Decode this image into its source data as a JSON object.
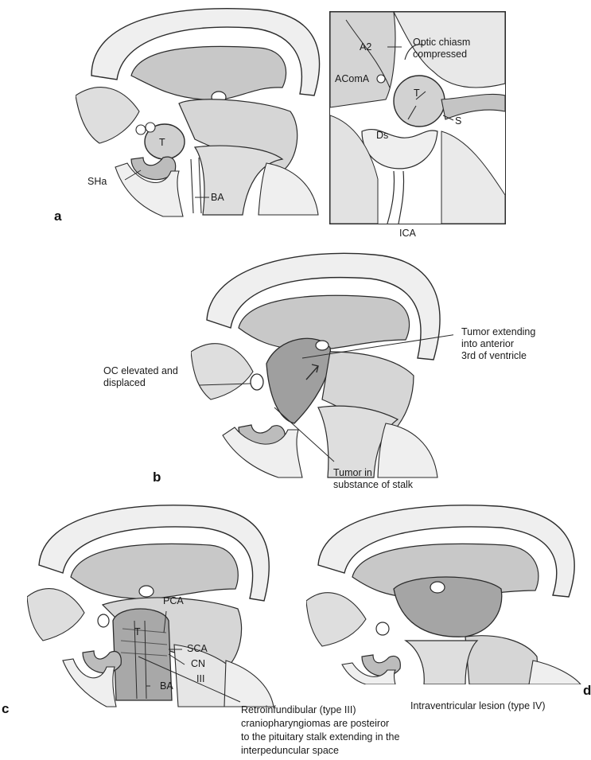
{
  "panels": {
    "a": {
      "letter": "a",
      "labels": {
        "T": "T",
        "SHa": "SHa",
        "BA": "BA"
      },
      "inset": {
        "labels": {
          "A2": "A2",
          "AComA": "AComA",
          "optic_chiasm": "Optic chiasm\ncompressed",
          "T": "T",
          "S": "S",
          "Ds": "Ds",
          "ICA": "ICA"
        }
      }
    },
    "b": {
      "letter": "b",
      "labels": {
        "tumor_extending": "Tumor extending\ninto anterior\n3rd of ventricle",
        "oc_elevated": "OC elevated and\ndisplaced",
        "tumor_stalk": "Tumor in\nsubstance of stalk"
      }
    },
    "c": {
      "letter": "c",
      "labels": {
        "PCA": "PCA",
        "T": "T",
        "SCA": "SCA",
        "CN": "CN",
        "III": "III",
        "BA": "BA",
        "caption": "Retroinfundibular (type III)\ncraniopharyngiomas are posteiror\nto the pituitary stalk extending in the\ninterpeduncular space"
      }
    },
    "d": {
      "letter": "d",
      "caption": "Intraventricular lesion (type IV)"
    }
  },
  "colors": {
    "line": "#2b2b2b",
    "tissue": "#dedede",
    "tissue_dark": "#b9b9b9",
    "tumor": "#9f9f9f",
    "ventricle": "#c8c8c8",
    "bone": "#efefef"
  }
}
